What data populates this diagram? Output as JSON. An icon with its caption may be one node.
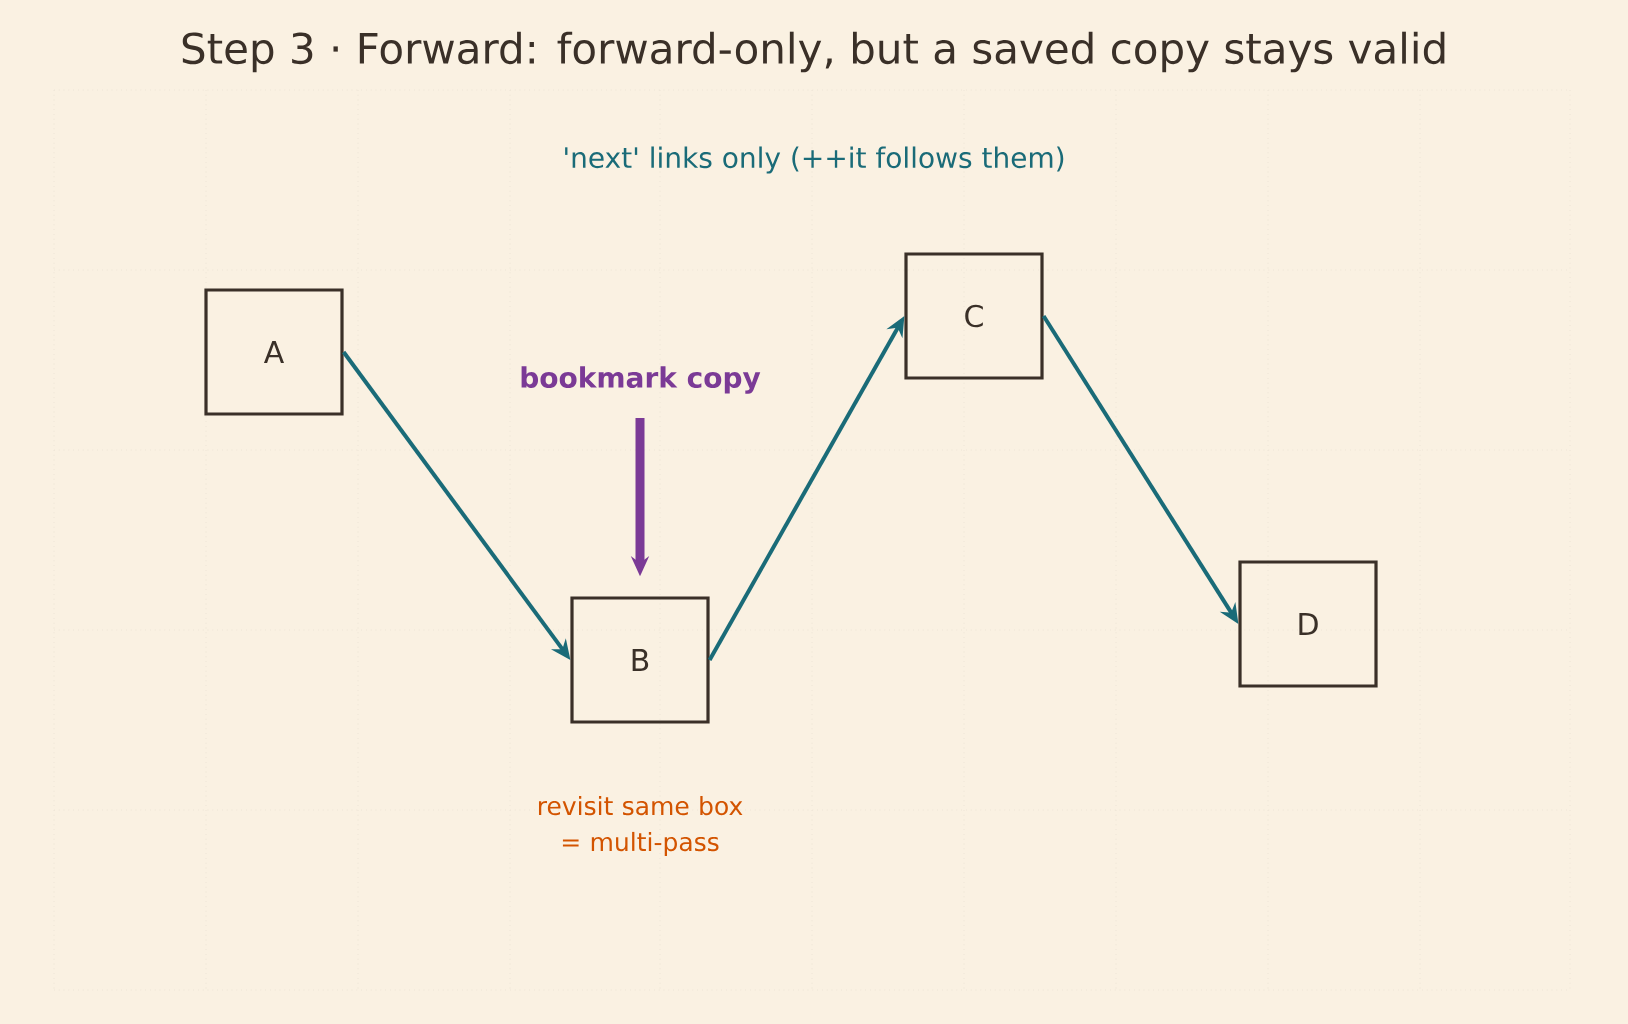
{
  "diagram": {
    "title": "Step 3  ·  Forward: forward-only, but a saved copy stays valid",
    "nodes": [
      {
        "text": [
          "A"
        ]
      },
      {
        "text": [
          "B"
        ],
        "beside": [
          "revisit same box = multi-pass"
        ]
      },
      {
        "text": [
          "C"
        ]
      },
      {
        "text": [
          "D"
        ]
      },
      {
        "text": [
          "bookmark copy"
        ]
      }
    ],
    "edges": [
      {
        "from": 0,
        "to": 1,
        "arrow": "to"
      },
      {
        "from": 1,
        "to": 2,
        "arrow": "to"
      },
      {
        "from": 2,
        "to": 3,
        "arrow": "to"
      },
      {
        "from": 4,
        "to": 1,
        "arrow": "to",
        "style": "thick",
        "color": "#7b3a96"
      }
    ],
    "labels": [
      "'next' links only  (++it follows them)"
    ]
  }
}
